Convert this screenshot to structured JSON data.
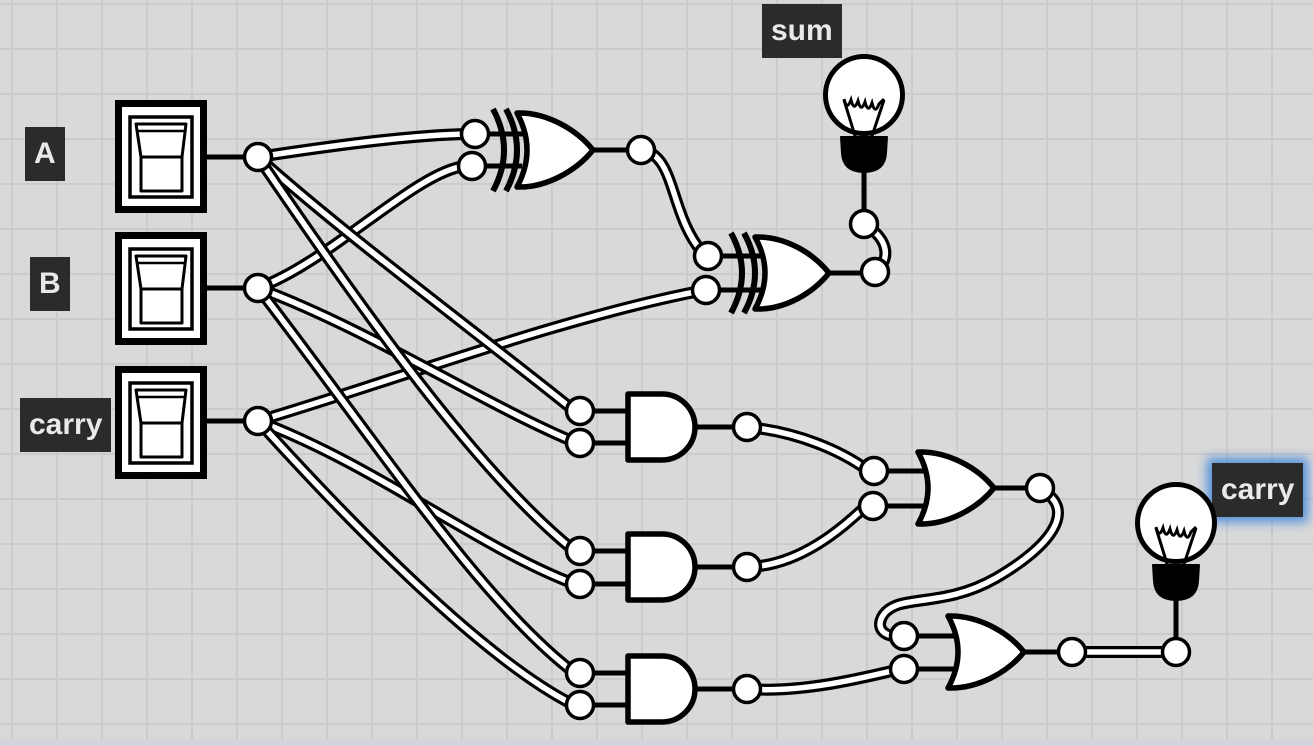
{
  "labels": {
    "input_a": "A",
    "input_b": "B",
    "carry_in": "carry",
    "sum_out": "sum",
    "carry_out": "carry"
  },
  "colors": {
    "canvas_bg": "#d9d9d9",
    "grid_line": "#cbcbcb",
    "label_bg": "#2b2b2b",
    "label_text": "#e9e9e9",
    "selection_glow": "#4a8bdb",
    "wire_core": "#ffffff",
    "stroke": "#000000"
  },
  "grid": {
    "cell_size": 45
  },
  "components": {
    "switches": [
      {
        "type": "toggle-switch",
        "label": "A",
        "state": "off"
      },
      {
        "type": "toggle-switch",
        "label": "B",
        "state": "off"
      },
      {
        "type": "toggle-switch",
        "label": "carry",
        "state": "off"
      }
    ],
    "gates": [
      {
        "type": "xor",
        "id": "xor-1"
      },
      {
        "type": "xor",
        "id": "xor-2"
      },
      {
        "type": "and",
        "id": "and-1"
      },
      {
        "type": "and",
        "id": "and-2"
      },
      {
        "type": "and",
        "id": "and-3"
      },
      {
        "type": "or",
        "id": "or-1"
      },
      {
        "type": "or",
        "id": "or-2"
      }
    ],
    "bulbs": [
      {
        "type": "light-bulb",
        "label": "sum",
        "state": "off",
        "selected": false
      },
      {
        "type": "light-bulb",
        "label": "carry",
        "state": "off",
        "selected": true
      }
    ]
  }
}
